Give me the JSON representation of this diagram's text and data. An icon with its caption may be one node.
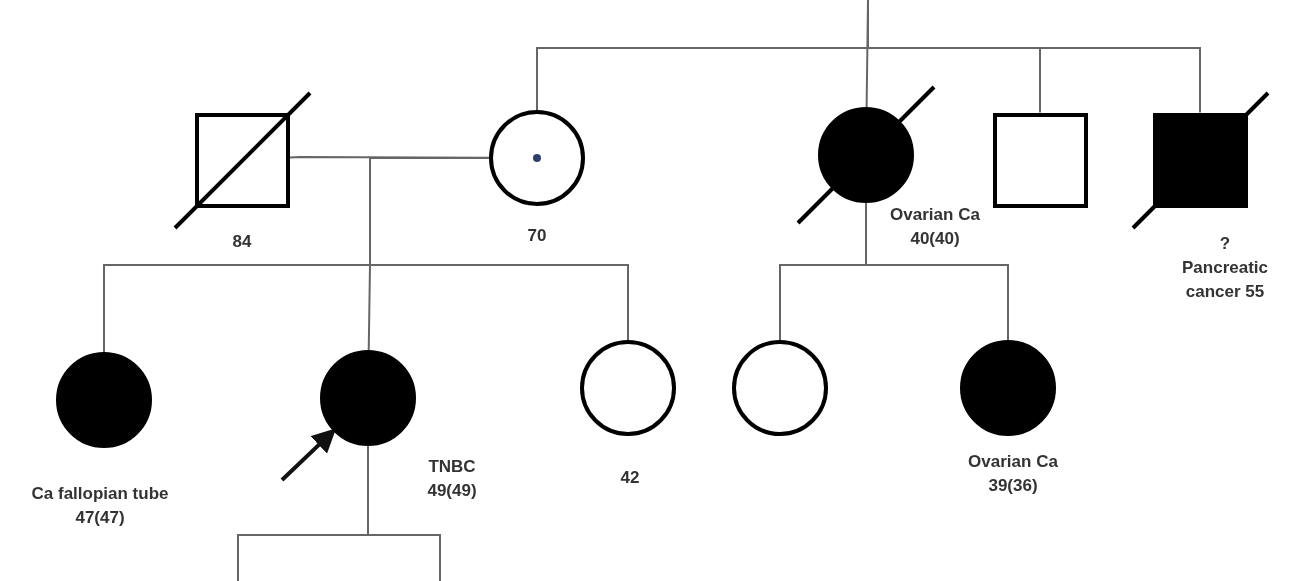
{
  "diagram": {
    "nodes": [
      {
        "text": [],
        "shape": "box",
        "beside": [
          "84"
        ]
      },
      {
        "text": [],
        "shape": "circle",
        "beside": [
          "70"
        ]
      },
      {
        "text": [],
        "shape": "circle",
        "beside": [
          "Ovarian Ca 40(40)"
        ]
      },
      {
        "text": [],
        "shape": "box"
      },
      {
        "text": [],
        "shape": "box",
        "beside": [
          "? Pancreatic cancer 55"
        ]
      },
      {
        "text": [],
        "shape": "circle",
        "beside": [
          "Ca fallopian tube 47(47)"
        ]
      },
      {
        "text": [],
        "shape": "circle",
        "beside": [
          "TNBC 49(49)"
        ]
      },
      {
        "text": [],
        "shape": "circle",
        "beside": [
          "42"
        ]
      },
      {
        "text": [],
        "shape": "circle"
      },
      {
        "text": [],
        "shape": "circle",
        "beside": [
          "Ovarian Ca 39(36)"
        ]
      }
    ],
    "edges": [
      {
        "from": null,
        "to": 1,
        "arrow": "none"
      },
      {
        "from": null,
        "to": 2,
        "arrow": "none"
      },
      {
        "from": null,
        "to": 3,
        "arrow": "none"
      },
      {
        "from": null,
        "to": 4,
        "arrow": "none"
      },
      {
        "from": 0,
        "to": 1,
        "arrow": "none"
      },
      {
        "from": 1,
        "to": 5,
        "arrow": "none"
      },
      {
        "from": 1,
        "to": 6,
        "arrow": "none"
      },
      {
        "from": 1,
        "to": 7,
        "arrow": "none"
      },
      {
        "from": 2,
        "to": 8,
        "arrow": "none"
      },
      {
        "from": 2,
        "to": 9,
        "arrow": "none"
      },
      {
        "from": 6,
        "to": null,
        "arrow": "none"
      },
      {
        "from": 6,
        "to": null,
        "arrow": "none"
      },
      {
        "from": null,
        "to": 6,
        "arrow": "to",
        "style": "thick"
      }
    ]
  }
}
